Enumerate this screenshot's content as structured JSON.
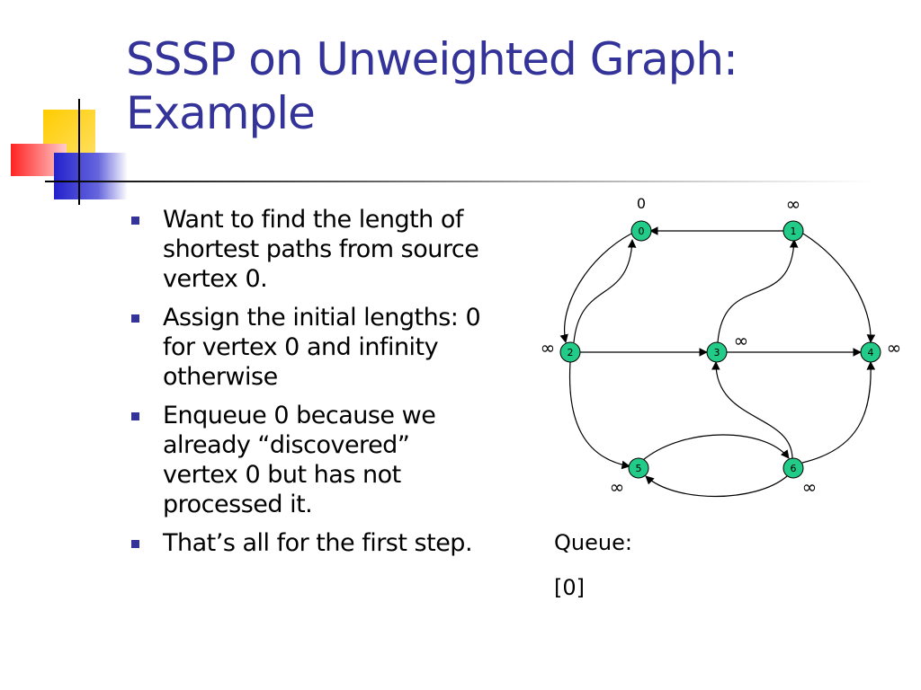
{
  "title": {
    "line1": "SSSP on Unweighted Graph:",
    "line2": "Example"
  },
  "bullets": [
    {
      "text": "Want to find the length of shortest paths from source vertex 0."
    },
    {
      "text": "Assign the initial lengths: 0 for vertex 0 and infinity otherwise"
    },
    {
      "text": "Enqueue 0 because we already “discovered” vertex 0 but has not processed it."
    },
    {
      "text": "That’s all for the first step."
    }
  ],
  "graph": {
    "vertices": [
      {
        "id": "0",
        "distance": "0"
      },
      {
        "id": "1",
        "distance": "∞"
      },
      {
        "id": "2",
        "distance": "∞"
      },
      {
        "id": "3",
        "distance": "∞"
      },
      {
        "id": "4",
        "distance": "∞"
      },
      {
        "id": "5",
        "distance": "∞"
      },
      {
        "id": "6",
        "distance": "∞"
      }
    ],
    "edges": [
      {
        "from": "1",
        "to": "0"
      },
      {
        "from": "0",
        "to": "2"
      },
      {
        "from": "2",
        "to": "0"
      },
      {
        "from": "1",
        "to": "4"
      },
      {
        "from": "3",
        "to": "1"
      },
      {
        "from": "2",
        "to": "3"
      },
      {
        "from": "3",
        "to": "4"
      },
      {
        "from": "2",
        "to": "5"
      },
      {
        "from": "5",
        "to": "6"
      },
      {
        "from": "6",
        "to": "5"
      },
      {
        "from": "6",
        "to": "3"
      },
      {
        "from": "6",
        "to": "4"
      }
    ],
    "node_color": "#22cc88",
    "edge_color": "#000000"
  },
  "queue": {
    "label": "Queue:",
    "value": "[0]"
  },
  "colors": {
    "title": "#333399",
    "bullet": "#333399",
    "deco_yellow": "#ffcc00",
    "deco_red": "#ff3333",
    "deco_blue": "#3333cc"
  }
}
